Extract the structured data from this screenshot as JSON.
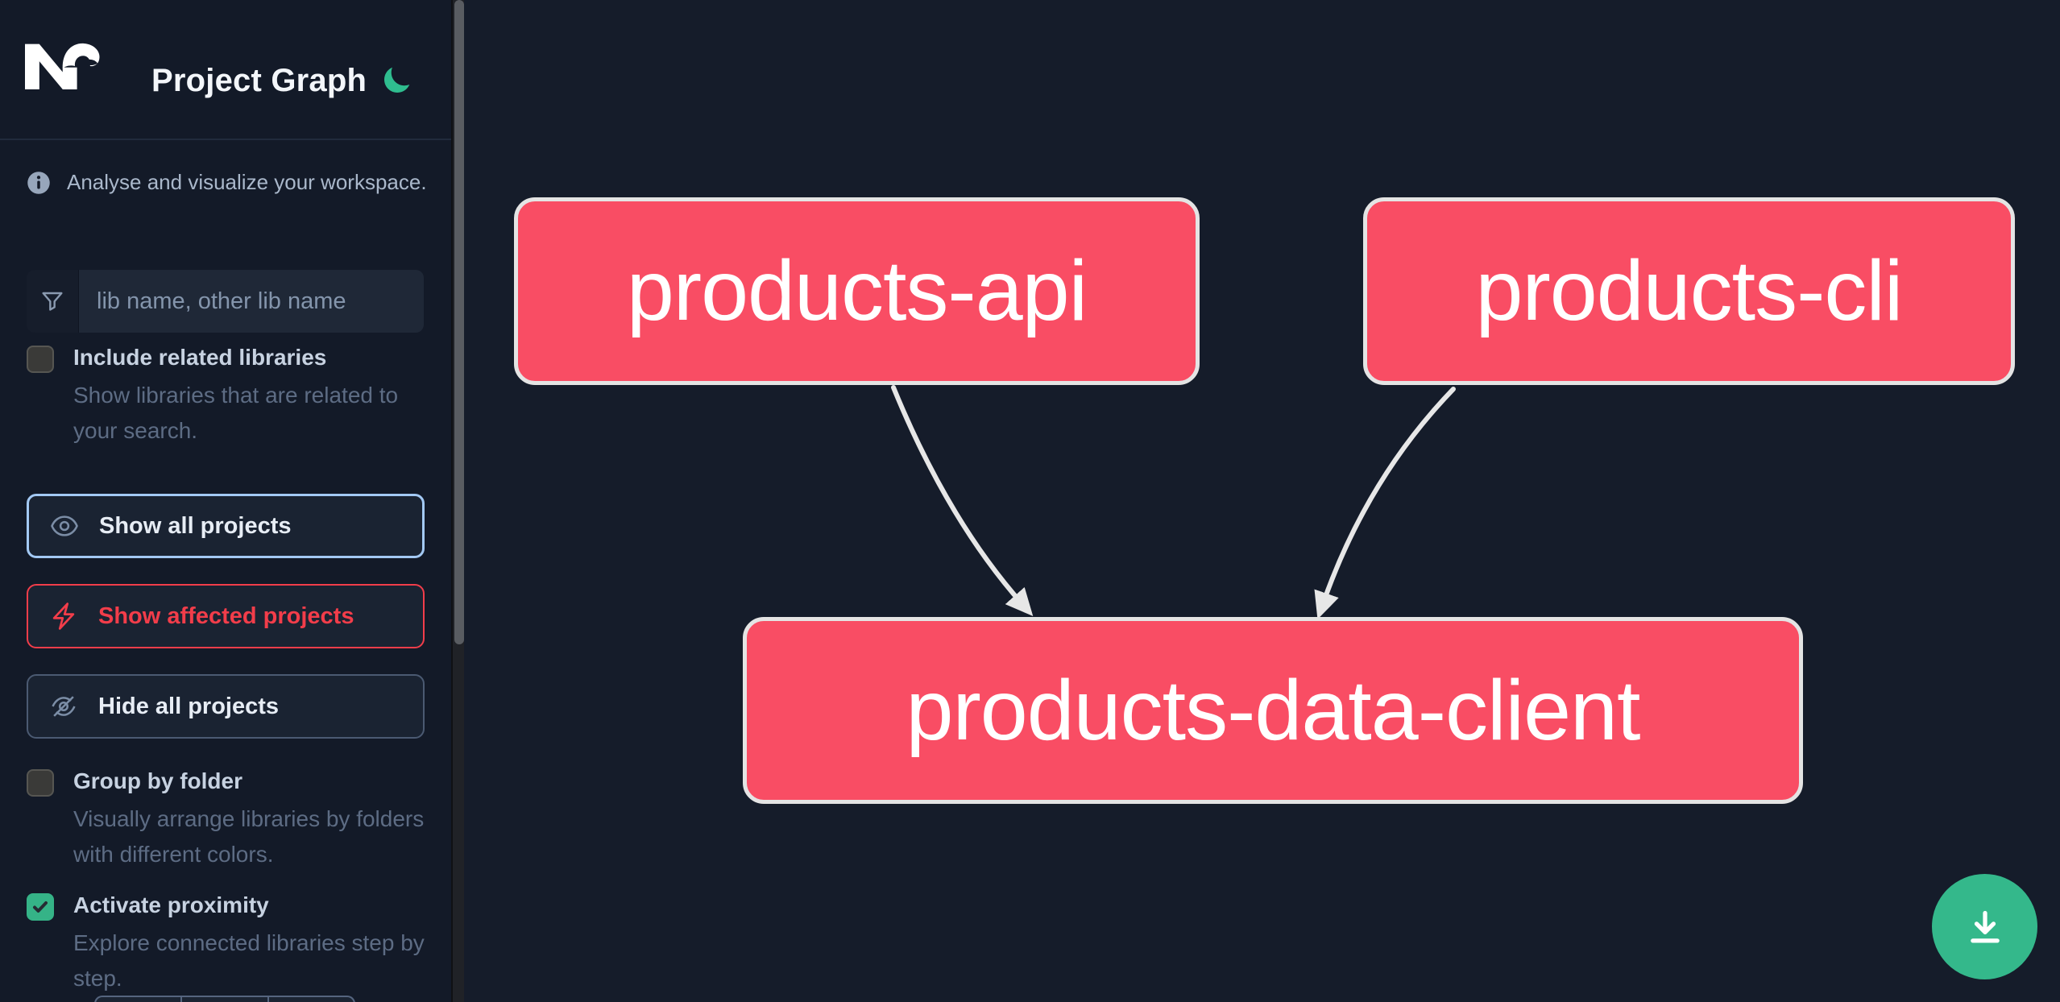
{
  "header": {
    "app_name": "Nx",
    "title": "Project Graph",
    "theme_toggle_icon": "moon-icon"
  },
  "intro": {
    "text": "Analyse and visualize your workspace."
  },
  "search": {
    "placeholder": "lib name, other lib name",
    "value": "",
    "icon": "funnel-icon"
  },
  "options": [
    {
      "label": "Include related libraries",
      "description": "Show libraries that are related to your search.",
      "checked": false
    },
    {
      "label": "Group by folder",
      "description": "Visually arrange libraries by folders with different colors.",
      "checked": false
    },
    {
      "label": "Activate proximity",
      "description": "Explore connected libraries step by step.",
      "checked": true
    }
  ],
  "actions": [
    {
      "label": "Show all projects",
      "icon": "eye-icon",
      "variant": "selected-blue"
    },
    {
      "label": "Show affected projects",
      "icon": "bolt-icon",
      "variant": "affected-red"
    },
    {
      "label": "Hide all projects",
      "icon": "eye-off-icon",
      "variant": "default"
    }
  ],
  "graph": {
    "nodes": [
      {
        "id": "products-api"
      },
      {
        "id": "products-cli"
      },
      {
        "id": "products-data-client"
      }
    ],
    "edges": [
      {
        "from": "products-api",
        "to": "products-data-client"
      },
      {
        "from": "products-cli",
        "to": "products-data-client"
      }
    ]
  },
  "download": {
    "icon": "download-icon"
  },
  "colors": {
    "sidebar_bg": "#131a28",
    "canvas_bg": "#151c2a",
    "node_fill": "#f94d64",
    "node_border": "#e4e4e4",
    "edge": "#e7e7e7",
    "accent_green": "#34b88b",
    "accent_blue": "#a3c9f4",
    "accent_red": "#f23d4a",
    "checkbox_checked": "#35b387",
    "text_primary": "#f3f6fa",
    "text_muted": "#5d6c84"
  }
}
